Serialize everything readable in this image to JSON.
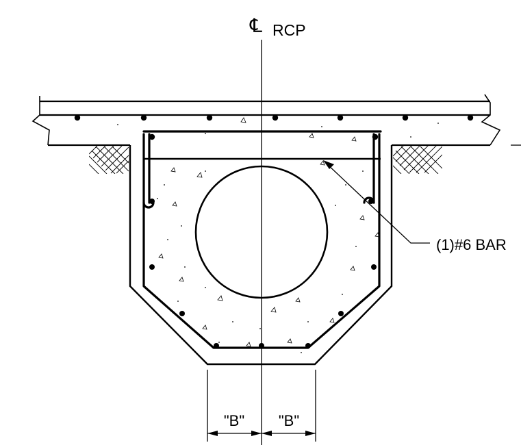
{
  "labels": {
    "centerline_symbol": "℄",
    "centerline_text": "RCP",
    "bar_callout": "(1)#6 BAR",
    "dim_left": "\"B\"",
    "dim_right": "\"B\""
  },
  "colors": {
    "line": "#000000",
    "background": "#ffffff"
  }
}
